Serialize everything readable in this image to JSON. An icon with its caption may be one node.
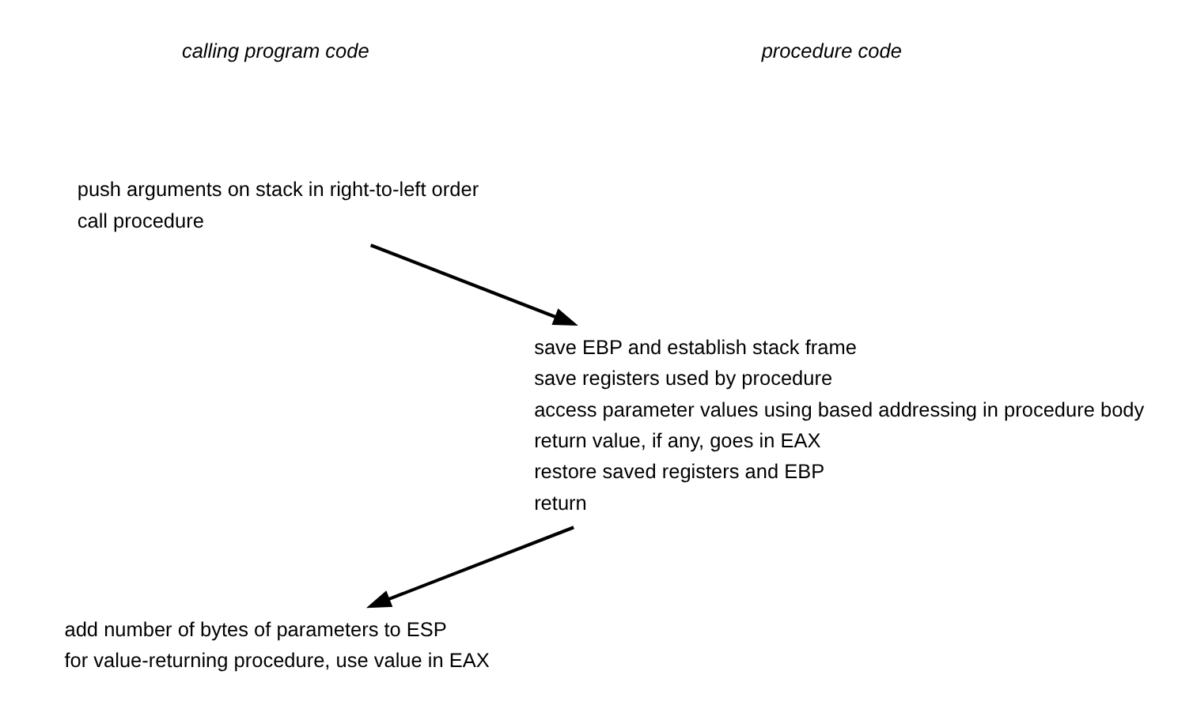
{
  "diagram": {
    "nodes": [
      {
        "text": [
          "push arguments on stack in right-to-left order",
          "call procedure"
        ]
      },
      {
        "text": [
          "save EBP and establish stack frame",
          "save registers used by procedure",
          "access parameter values using based addressing in procedure body",
          "return value, if any, goes in EAX",
          "restore saved registers and EBP",
          "return"
        ]
      },
      {
        "text": [
          "add number of bytes of parameters to ESP",
          "for value-returning procedure, use value in EAX"
        ]
      }
    ],
    "edges": [
      {
        "from": 0,
        "to": 1,
        "arrow": "to"
      },
      {
        "from": 1,
        "to": 2,
        "arrow": "to"
      }
    ],
    "labels": [
      "calling program code",
      "procedure code"
    ]
  }
}
